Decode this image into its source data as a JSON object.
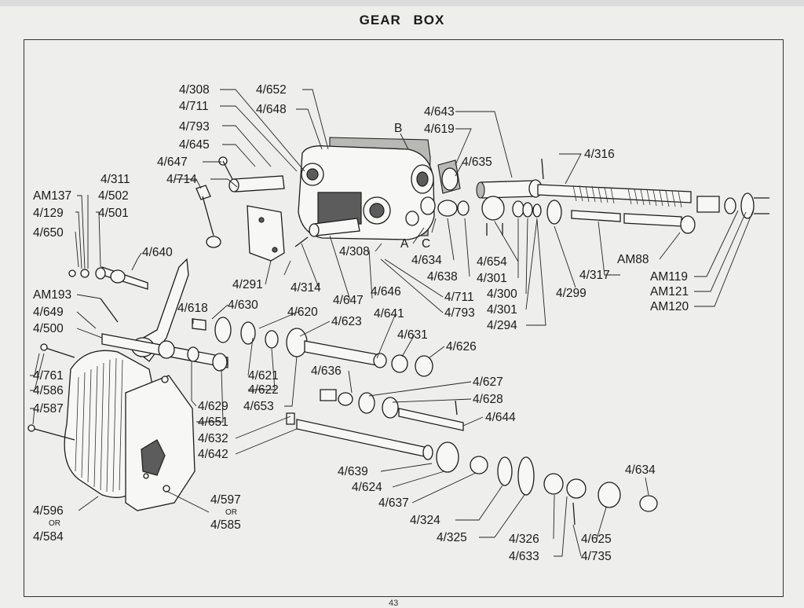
{
  "title": "GEAR BOX",
  "page_number": "43",
  "labels": [
    "4/308",
    "4/711",
    "4/793",
    "4/645",
    "4/647",
    "4/714",
    "4/311",
    "AM137",
    "4/502",
    "4/129",
    "4/501",
    "4/650",
    "4/640",
    "4/652",
    "4/648",
    "B",
    "4/643",
    "4/619",
    "4/635",
    "4/316",
    "A",
    "C",
    "4/308",
    "4/634",
    "4/638",
    "4/654",
    "4/301",
    "4/300",
    "4/301",
    "4/294",
    "4/299",
    "4/317",
    "AM88",
    "AM119",
    "AM121",
    "AM120",
    "4/291",
    "4/314",
    "4/647",
    "4/646",
    "4/711",
    "4/793",
    "AM193",
    "4/649",
    "4/500",
    "4/618",
    "4/630",
    "4/620",
    "4/623",
    "4/641",
    "4/631",
    "4/626",
    "4/761",
    "4/586",
    "4/587",
    "4/621",
    "4/622",
    "4/653",
    "4/636",
    "4/627",
    "4/628",
    "4/644",
    "4/629",
    "4/651",
    "4/632",
    "4/642",
    "4/639",
    "4/624",
    "4/637",
    "4/324",
    "4/325",
    "4/634",
    "4/326",
    "4/633",
    "4/625",
    "4/735",
    "4/596",
    "OR",
    "4/584",
    "4/597",
    "OR",
    "4/585"
  ]
}
